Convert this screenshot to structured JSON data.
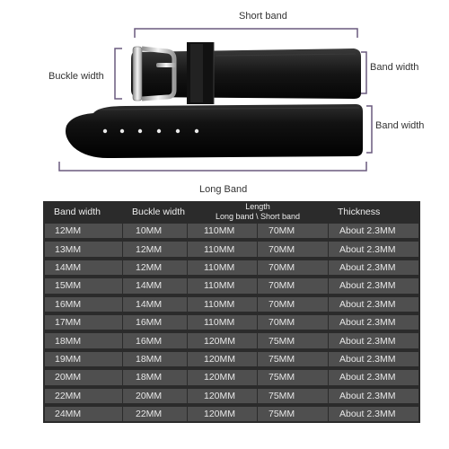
{
  "diagram": {
    "short_band_label": "Short band",
    "buckle_width_label": "Buckle width",
    "band_width_label_top": "Band width",
    "band_width_label_bottom": "Band width",
    "long_band_label": "Long Band"
  },
  "table": {
    "headers": {
      "band_width": "Band width",
      "buckle_width": "Buckle width",
      "length": "Length",
      "length_sub": "Long band \\ Short band",
      "thickness": "Thickness"
    },
    "rows": [
      {
        "band_width": "12MM",
        "buckle_width": "10MM",
        "long_band": "110MM",
        "short_band": "70MM",
        "thickness": "About 2.3MM"
      },
      {
        "band_width": "13MM",
        "buckle_width": "12MM",
        "long_band": "110MM",
        "short_band": "70MM",
        "thickness": "About 2.3MM"
      },
      {
        "band_width": "14MM",
        "buckle_width": "12MM",
        "long_band": "110MM",
        "short_band": "70MM",
        "thickness": "About 2.3MM"
      },
      {
        "band_width": "15MM",
        "buckle_width": "14MM",
        "long_band": "110MM",
        "short_band": "70MM",
        "thickness": "About 2.3MM"
      },
      {
        "band_width": "16MM",
        "buckle_width": "14MM",
        "long_band": "110MM",
        "short_band": "70MM",
        "thickness": "About 2.3MM"
      },
      {
        "band_width": "17MM",
        "buckle_width": "16MM",
        "long_band": "110MM",
        "short_band": "70MM",
        "thickness": "About 2.3MM"
      },
      {
        "band_width": "18MM",
        "buckle_width": "16MM",
        "long_band": "120MM",
        "short_band": "75MM",
        "thickness": "About 2.3MM"
      },
      {
        "band_width": "19MM",
        "buckle_width": "18MM",
        "long_band": "120MM",
        "short_band": "75MM",
        "thickness": "About 2.3MM"
      },
      {
        "band_width": "20MM",
        "buckle_width": "18MM",
        "long_band": "120MM",
        "short_band": "75MM",
        "thickness": "About 2.3MM"
      },
      {
        "band_width": "22MM",
        "buckle_width": "20MM",
        "long_band": "120MM",
        "short_band": "75MM",
        "thickness": "About 2.3MM"
      },
      {
        "band_width": "24MM",
        "buckle_width": "22MM",
        "long_band": "120MM",
        "short_band": "75MM",
        "thickness": "About 2.3MM"
      }
    ]
  }
}
